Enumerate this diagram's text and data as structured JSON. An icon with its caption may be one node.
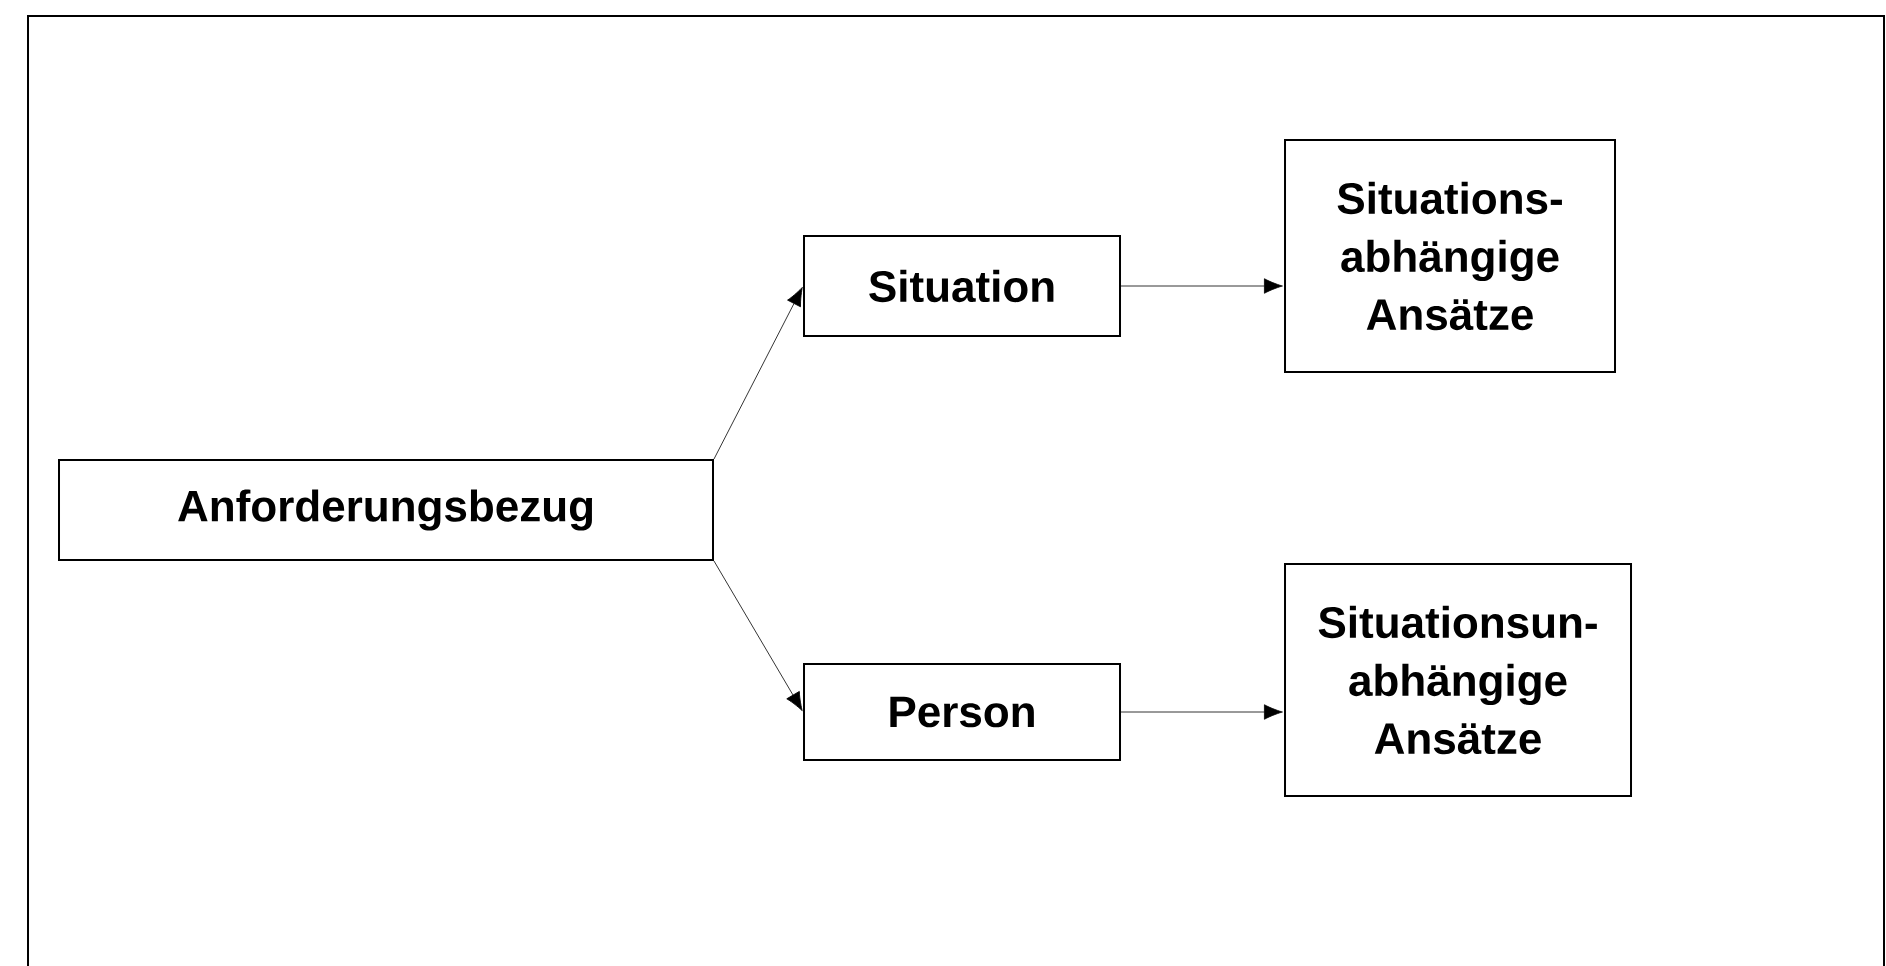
{
  "diagram": {
    "nodes": [
      {
        "text": [
          "Anforderungsbezug"
        ]
      },
      {
        "text": [
          "Situation"
        ]
      },
      {
        "text": [
          "Person"
        ]
      },
      {
        "text": [
          "Situations- abhängige Ansätze"
        ]
      },
      {
        "text": [
          "Situationsun- abhängige Ansätze"
        ]
      }
    ],
    "edges": [
      {
        "from": 0,
        "to": 1,
        "arrow": "to"
      },
      {
        "from": 0,
        "to": 2,
        "arrow": "to"
      },
      {
        "from": 1,
        "to": 3,
        "arrow": "to"
      },
      {
        "from": 2,
        "to": 4,
        "arrow": "to"
      }
    ]
  }
}
